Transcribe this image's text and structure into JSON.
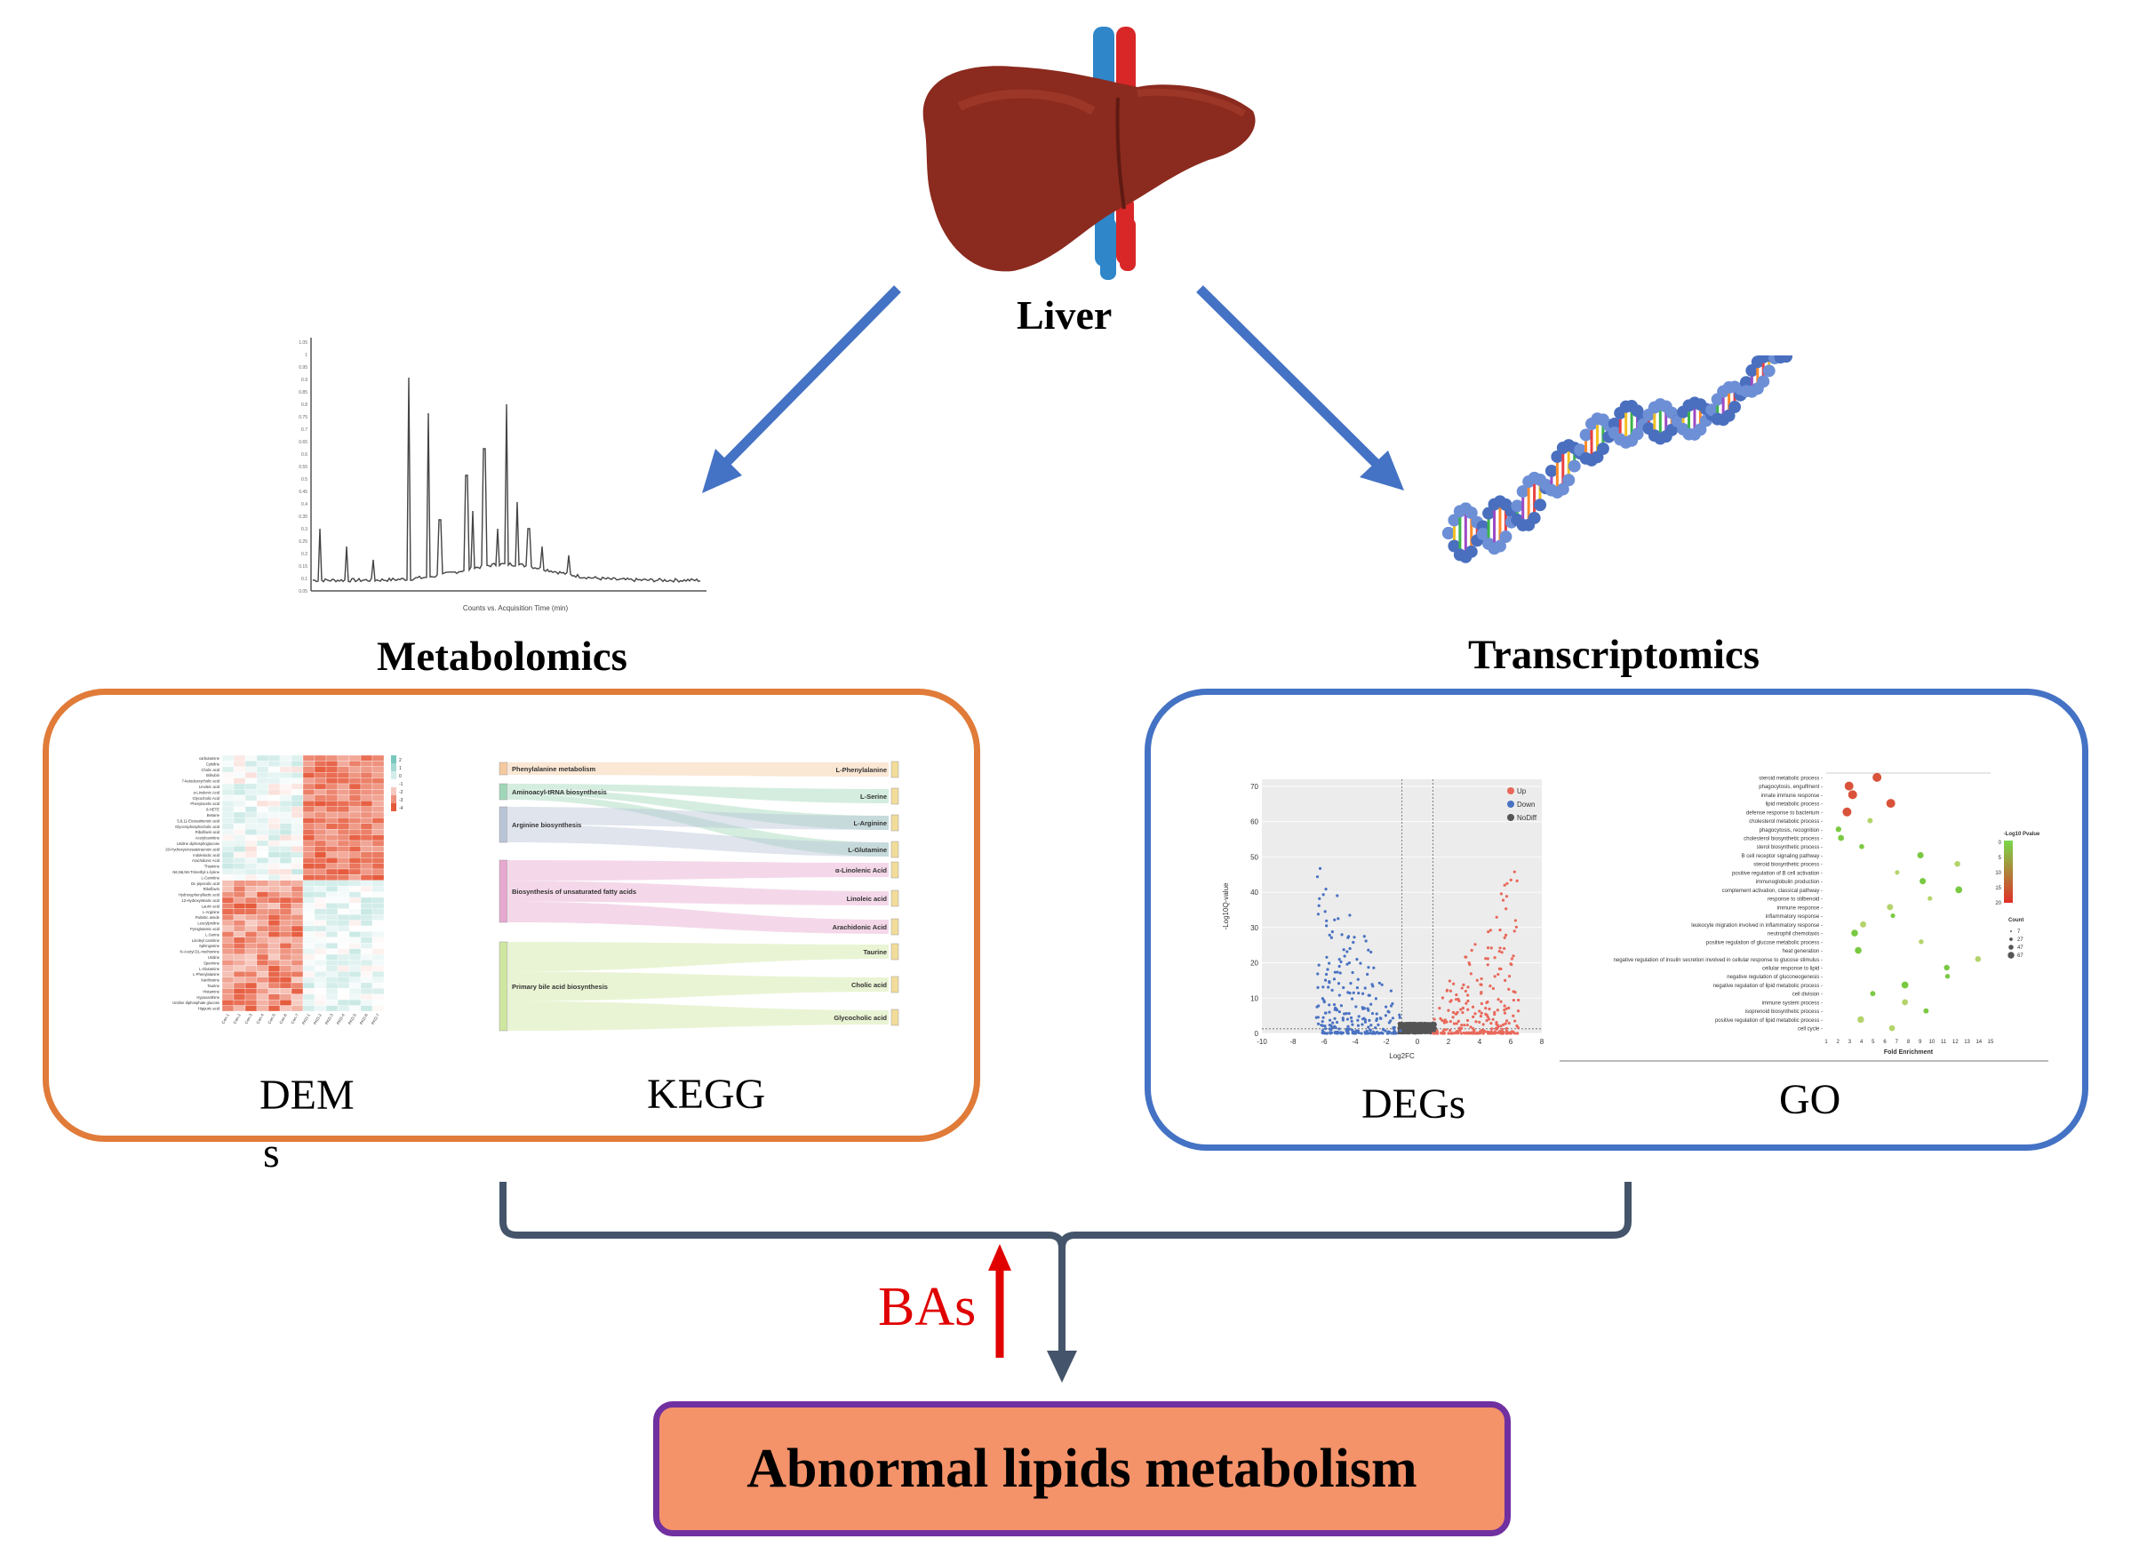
{
  "liver": {
    "label": "Liver"
  },
  "metabolomics": {
    "title": "Metabolomics",
    "dem_label": "DEM",
    "dem_label_wrap": "s",
    "kegg_label": "KEGG",
    "heatmap_rows": [
      "carbutamine",
      "Cytidine",
      "Cholic acid",
      "Bilirubin",
      "7-ketodeoxycholic acid",
      "Linoleic acid",
      "α-Linolenic Acid",
      "Glycocholic Acid",
      "Phenylacetic acid",
      "8-HETE",
      "Betaine",
      "5,8,11-Eicosatrienoic acid",
      "Glycerophosphocholic acid",
      "Riboflavin acid",
      "Acetylcarnitine",
      "Uridine diphosphoglucose",
      "20-Hydroxyeicosatetraenoic acid",
      "Indolelactic acid",
      "Arachidonic Acid",
      "Thiamine",
      "N6,N6,N6-Trimethyl-L-lysine",
      "L-Carnitine",
      "DL-pipecolic acid",
      "Riboflavin",
      "Hydroxyphenyllactic acid",
      "12-Hydroxystearic acid",
      "Lauric acid",
      "L-Arginine",
      "Palmitic amide",
      "Leucylproline",
      "Pyroglutamic acid",
      "L-Serine",
      "Linoleyl carnitine",
      "Sphingosine",
      "N-Acetyl-DL-methionine",
      "Uridine",
      "Spermine",
      "L-Glutamine",
      "L-Phenylalanine",
      "Xanthosine",
      "Taurine",
      "Histamine",
      "Hypoxanthine",
      "Uridine diphosphate glucose",
      "Hippuric acid"
    ],
    "heatmap_cols": [
      "Con-1",
      "Con-2",
      "Con-3",
      "Con-4",
      "Con-5",
      "Con-6",
      "Con-7",
      "PKD-1",
      "PKD-2",
      "PKD-3",
      "PKD-4",
      "PKD-5",
      "PKD-6",
      "PKD-7"
    ],
    "heatmap_scale": [
      "2",
      "1",
      "0",
      "-1",
      "-2",
      "-3",
      "-4"
    ],
    "kegg_pathways": [
      "Phenylalanine metabolism",
      "Aminoacyl-tRNA biosynthesis",
      "Arginine biosynthesis",
      "Biosynthesis of unsaturated fatty acids",
      "Primary bile acid biosynthesis"
    ],
    "kegg_metabolites": [
      "L-Phenylalanine",
      "L-Serine",
      "L-Arginine",
      "L-Glutamine",
      "α-Linolenic Acid",
      "Linoleic acid",
      "Arachidonic Acid",
      "Taurine",
      "Cholic acid",
      "Glycocholic acid"
    ],
    "chromatogram_yticks": [
      "1.05",
      "1",
      "0.95",
      "0.9",
      "0.85",
      "0.8",
      "0.75",
      "0.7",
      "0.65",
      "0.6",
      "0.55",
      "0.5",
      "0.45",
      "0.4",
      "0.35",
      "0.3",
      "0.25",
      "0.2",
      "0.15",
      "0.1",
      "0.05"
    ],
    "chromatogram_xlabel": "Counts vs. Acquisition Time (min)"
  },
  "transcriptomics": {
    "title": "Transcriptomics",
    "degs_label": "DEGs",
    "go_label": "GO",
    "volcano": {
      "ylabel": "-Log10Q-value",
      "xlabel": "Log2FC",
      "yticks": [
        "70",
        "60",
        "50",
        "40",
        "30",
        "20",
        "10",
        "0"
      ],
      "xticks": [
        "-10",
        "-8",
        "-6",
        "-4",
        "-2",
        "0",
        "2",
        "4",
        "6",
        "8"
      ],
      "legend": [
        "Up",
        "Down",
        "NoDiff"
      ]
    },
    "go_terms": [
      "steroid metabolic process",
      "phagocytosis, engulfment",
      "innate immune response",
      "lipid metabolic process",
      "defense response to bacterium",
      "cholesterol metabolic process",
      "phagocytosis, recognition",
      "cholesterol biosynthetic process",
      "sterol biosynthetic process",
      "B cell receptor signaling pathway",
      "steroid biosynthetic process",
      "positive regulation of B cell activation",
      "immunoglobulin production",
      "complement activation, classical pathway",
      "response to stilbenoid",
      "immune response",
      "inflammatory response",
      "leukocyte migration involved in inflammatory response",
      "neutrophil chemotaxis",
      "positive regulation of glucose metabolic process",
      "heat generation",
      "negative regulation of insulin secretion involved in cellular response to glucose stimulus",
      "cellular response to lipid",
      "negative regulation of gluconeogenesis",
      "negative regulation of lipid metabolic process",
      "cell division",
      "immune system process",
      "isoprenoid biosynthetic process",
      "positive regulation of lipid metabolic process",
      "cell cycle"
    ],
    "go_xlabel": "Fold Enrichment",
    "go_xticks": [
      "1",
      "2",
      "3",
      "4",
      "5",
      "6",
      "7",
      "8",
      "9",
      "10",
      "11",
      "12",
      "13",
      "14",
      "15"
    ],
    "go_legend_pvalue_title": "-Log10 Pvalue",
    "go_legend_pvalue_ticks": [
      "0",
      "5",
      "10",
      "15",
      "20"
    ],
    "go_legend_count_title": "Count",
    "go_legend_count_values": [
      "7",
      "27",
      "47",
      "67"
    ]
  },
  "bas": {
    "label": "BAs"
  },
  "result": {
    "label": "Abnormal lipids metabolism"
  },
  "colors": {
    "metabolomics_box": "#e07b39",
    "transcriptomics_box": "#4472c4",
    "arrow": "#4472c4",
    "bracket": "#44546a",
    "bas": "#e00000",
    "result_fill": "#f4926a",
    "result_border": "#7030a0",
    "liver": "#8b2a1e"
  }
}
